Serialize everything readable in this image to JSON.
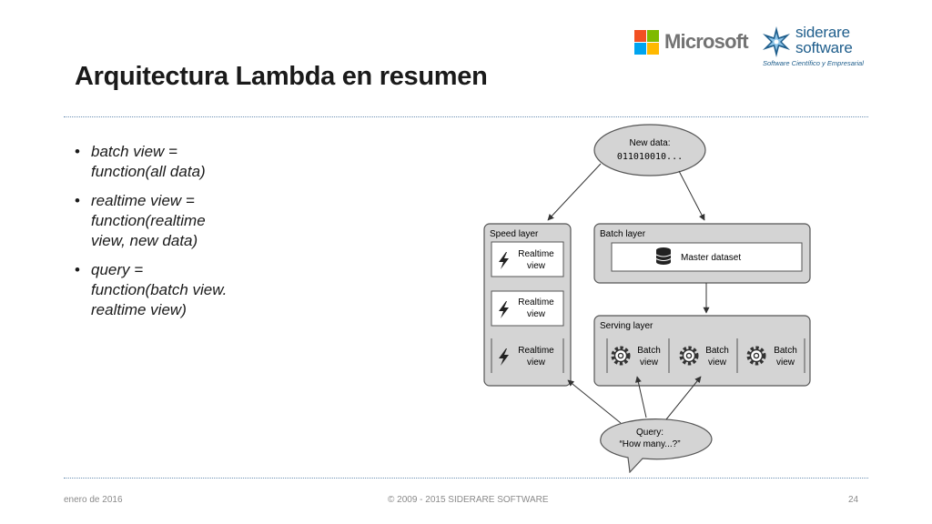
{
  "slide": {
    "title": "Arquitectura Lambda en resumen",
    "bullets": [
      {
        "lines": [
          "batch view =",
          "function(all data)"
        ]
      },
      {
        "lines": [
          "realtime view =",
          "function(realtime",
          "view, new data)"
        ]
      },
      {
        "lines": [
          "query =",
          "function(batch view.",
          "realtime view)"
        ]
      }
    ]
  },
  "logos": {
    "microsoft": {
      "text": "Microsoft",
      "colors": [
        "#f25022",
        "#7fba00",
        "#00a4ef",
        "#ffb900"
      ]
    },
    "siderare": {
      "name_line1": "siderare",
      "name_line2": "software",
      "tagline": "Software Científico y Empresarial"
    }
  },
  "diagram": {
    "new_data": {
      "label": "New data:",
      "bits": "011010010..."
    },
    "speed_layer": {
      "title": "Speed layer",
      "views": [
        {
          "line1": "Realtime",
          "line2": "view"
        },
        {
          "line1": "Realtime",
          "line2": "view"
        },
        {
          "line1": "Realtime",
          "line2": "view"
        }
      ]
    },
    "batch_layer": {
      "title": "Batch layer",
      "master": "Master dataset"
    },
    "serving_layer": {
      "title": "Serving layer",
      "views": [
        {
          "line1": "Batch",
          "line2": "view"
        },
        {
          "line1": "Batch",
          "line2": "view"
        },
        {
          "line1": "Batch",
          "line2": "view"
        }
      ]
    },
    "query": {
      "line1": "Query:",
      "line2": "“How many...?”"
    },
    "icons": {
      "realtime": "lightning-bolt-icon",
      "batch": "gear-icon",
      "master": "database-icon"
    },
    "colors": {
      "layer_fill": "#d4d4d4",
      "box_fill": "#ffffff",
      "stroke": "#555555"
    }
  },
  "footer": {
    "date": "enero de 2016",
    "copyright": "© 2009 - 2015 SIDERARE SOFTWARE",
    "page": "24"
  }
}
